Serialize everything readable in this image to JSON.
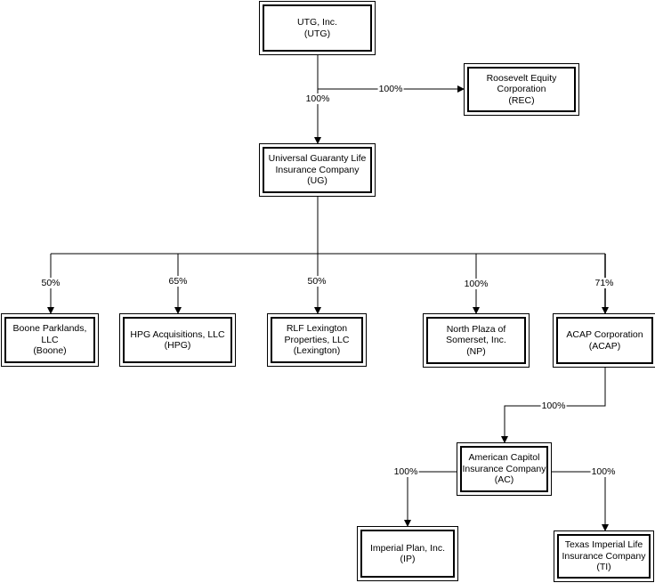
{
  "nodes": {
    "utg": {
      "lines": [
        "UTG, Inc.",
        "(UTG)"
      ]
    },
    "rec": {
      "lines": [
        "Roosevelt Equity",
        "Corporation",
        "(REC)"
      ]
    },
    "ug": {
      "lines": [
        "Universal Guaranty Life",
        "Insurance Company",
        "(UG)"
      ]
    },
    "boone": {
      "lines": [
        "Boone Parklands,",
        "LLC",
        "(Boone)"
      ]
    },
    "hpg": {
      "lines": [
        "HPG Acquisitions, LLC",
        "(HPG)"
      ]
    },
    "lexington": {
      "lines": [
        "RLF Lexington",
        "Properties, LLC",
        "(Lexington)"
      ]
    },
    "np": {
      "lines": [
        "North Plaza of",
        "Somerset, Inc.",
        "(NP)"
      ]
    },
    "acap": {
      "lines": [
        "ACAP Corporation",
        "(ACAP)"
      ]
    },
    "ac": {
      "lines": [
        "American Capitol",
        "Insurance Company",
        "(AC)"
      ]
    },
    "ip": {
      "lines": [
        "Imperial Plan, Inc.",
        "(IP)"
      ]
    },
    "ti": {
      "lines": [
        "Texas Imperial Life",
        "Insurance Company",
        "(TI)"
      ]
    }
  },
  "ownership": {
    "utg_ug": "100%",
    "utg_rec": "100%",
    "ug_boone": "50%",
    "ug_hpg": "65%",
    "ug_lexington": "50%",
    "ug_np": "100%",
    "ug_acap": "71%",
    "acap_ac": "100%",
    "ac_ip": "100%",
    "ac_ti": "100%"
  }
}
